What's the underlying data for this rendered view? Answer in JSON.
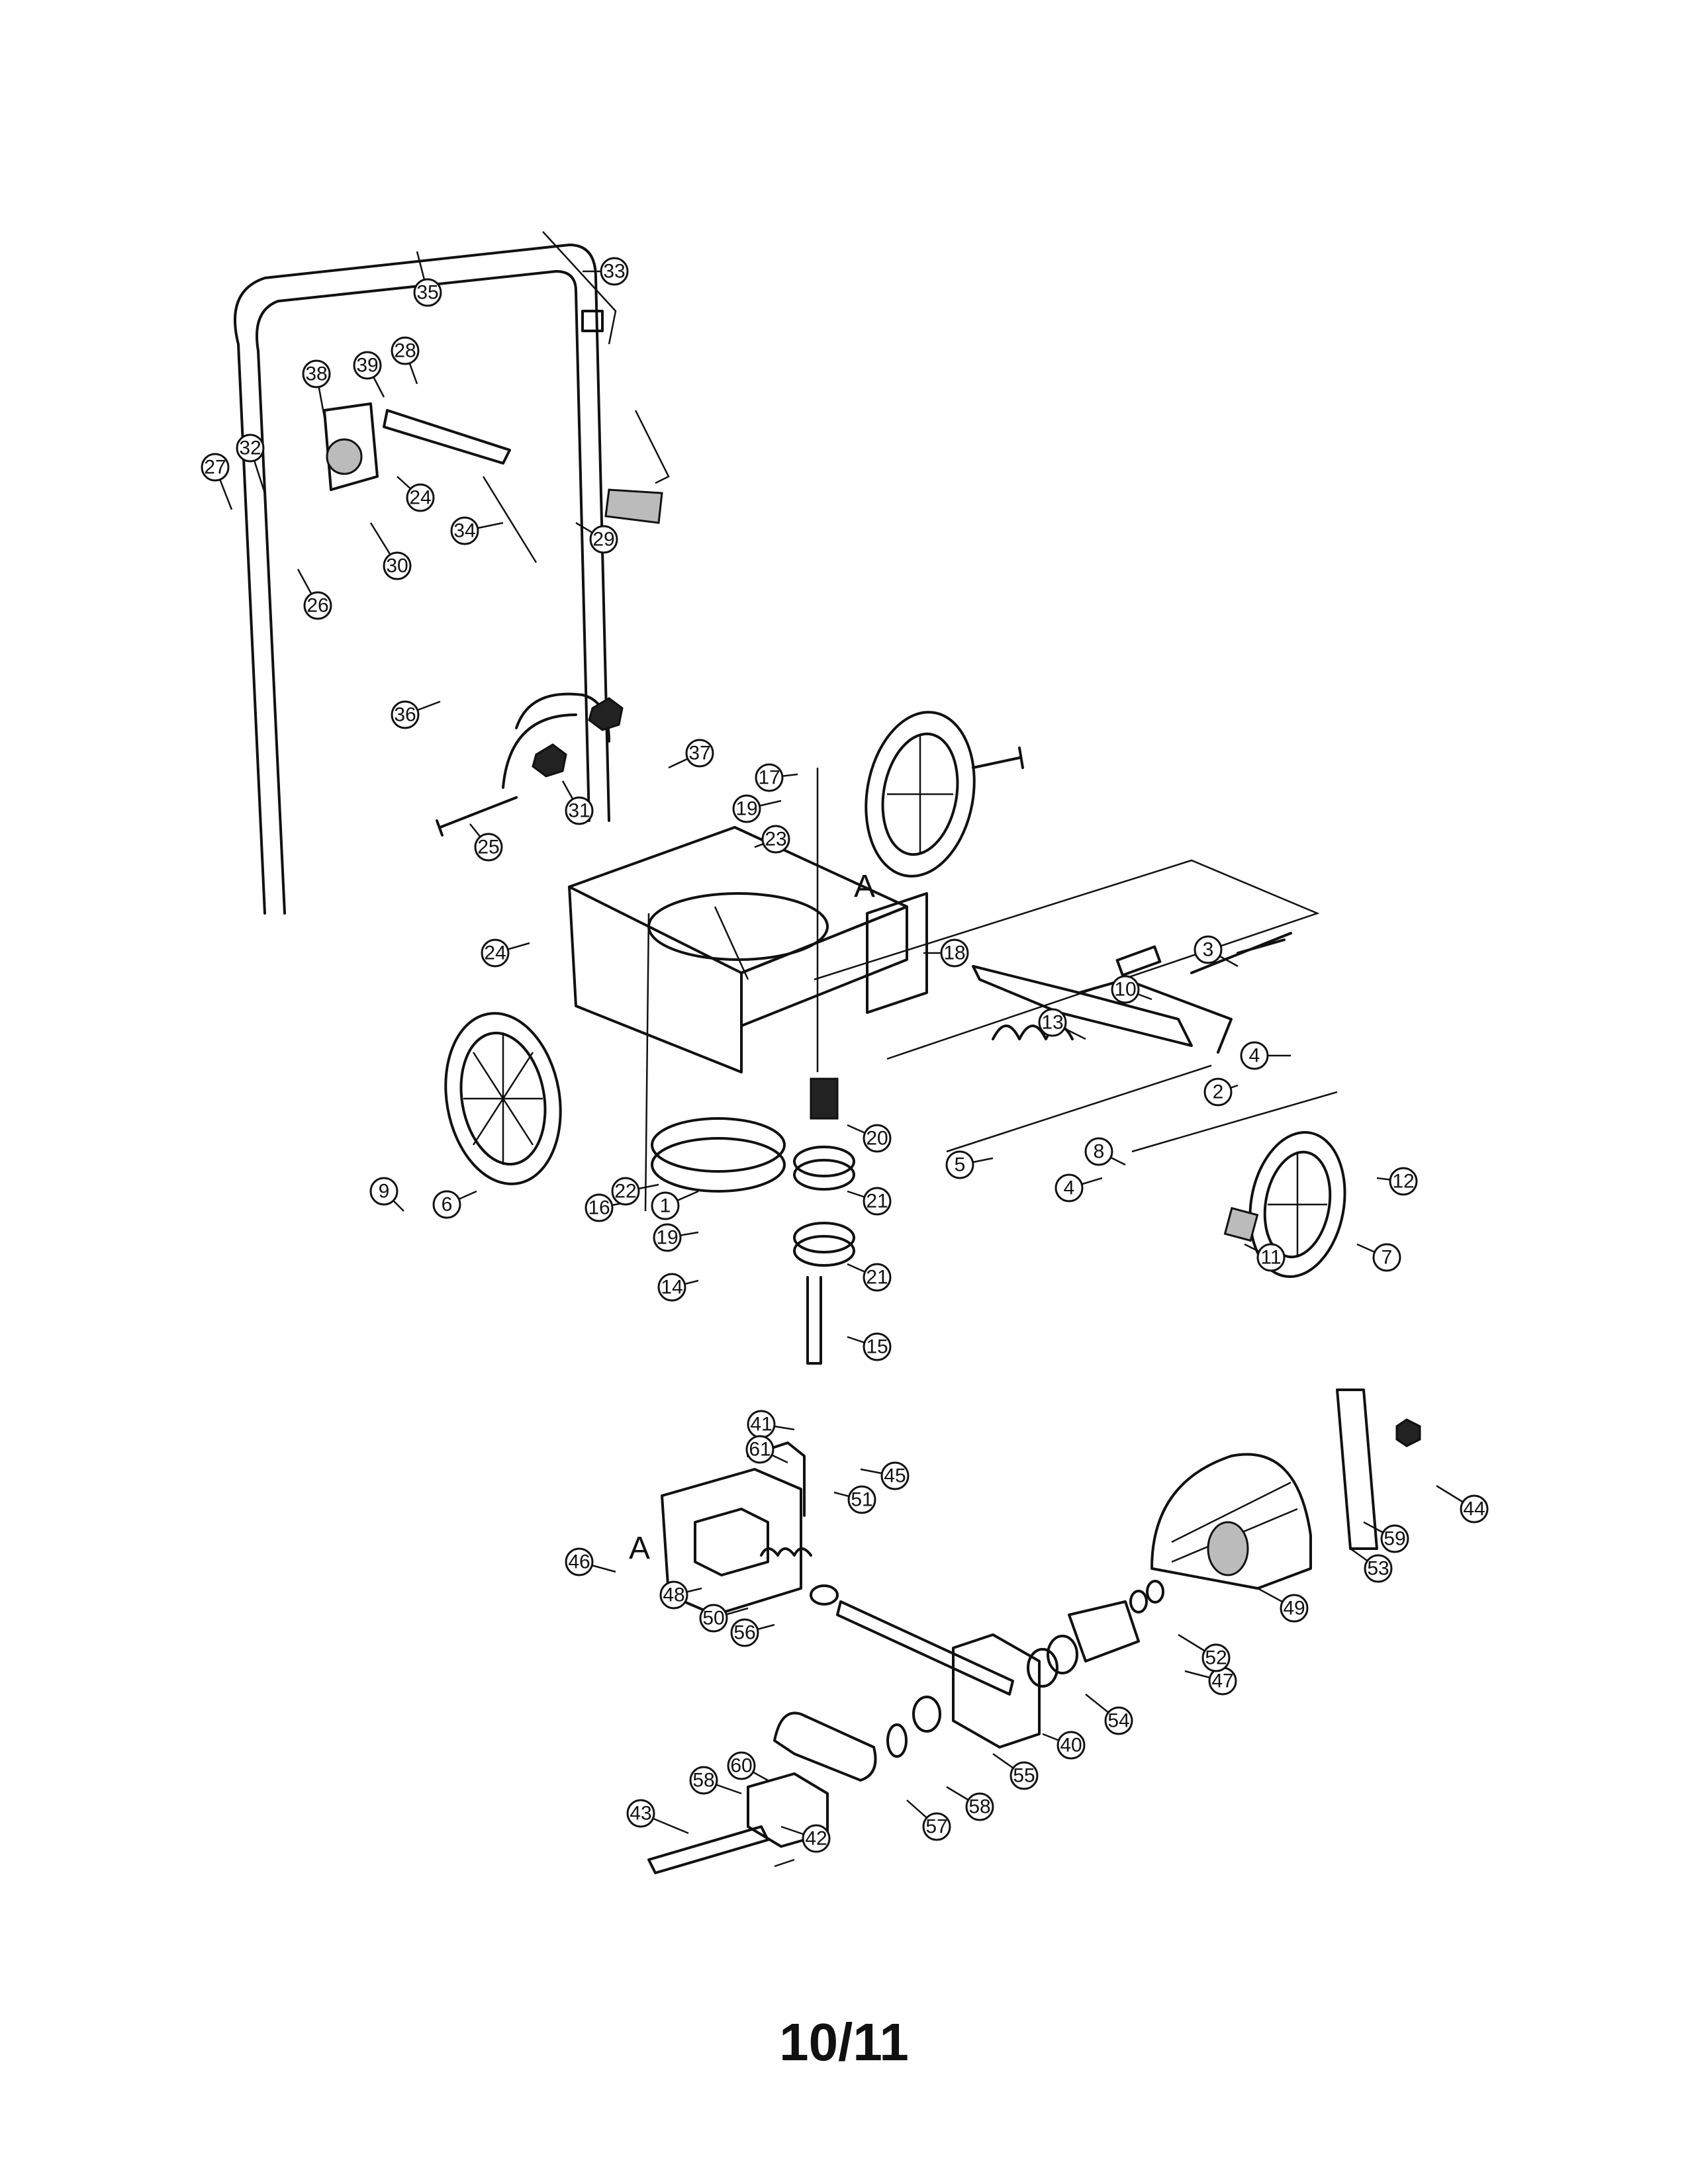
{
  "page_number": "10/11",
  "reference_letter": "A",
  "callouts": [
    "1",
    "2",
    "3",
    "4",
    "5",
    "6",
    "7",
    "8",
    "9",
    "10",
    "11",
    "12",
    "13",
    "14",
    "15",
    "16",
    "17",
    "18",
    "19",
    "20",
    "21",
    "22",
    "23",
    "24",
    "25",
    "26",
    "27",
    "28",
    "29",
    "30",
    "31",
    "32",
    "33",
    "34",
    "35",
    "36",
    "37",
    "38",
    "39",
    "40",
    "41",
    "42",
    "43",
    "44",
    "45",
    "46",
    "47",
    "48",
    "49",
    "50",
    "51",
    "52",
    "53",
    "54",
    "55",
    "56",
    "57",
    "58",
    "59",
    "60",
    "61"
  ]
}
